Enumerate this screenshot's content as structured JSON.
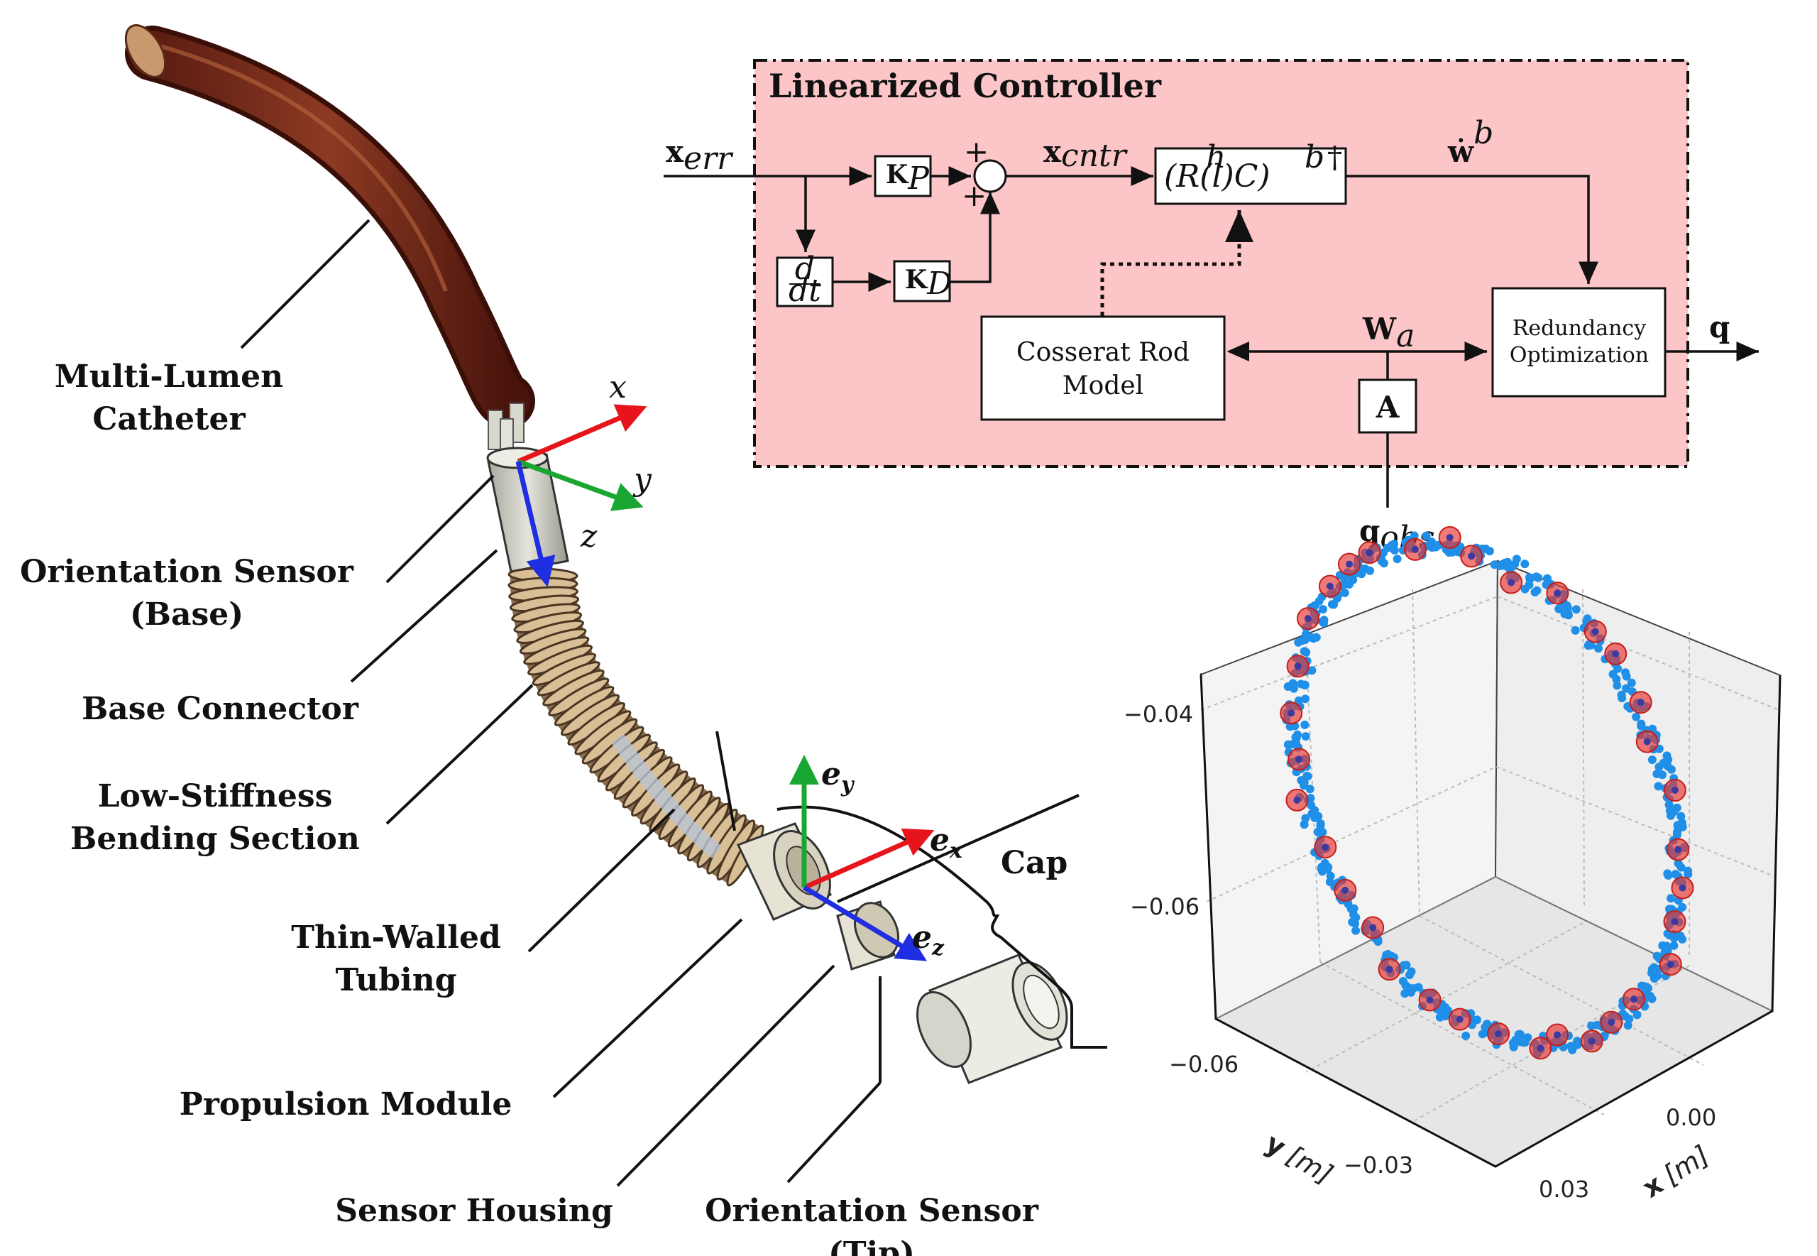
{
  "catheter_labels": {
    "multi_lumen": [
      "Multi-Lumen",
      "Catheter"
    ],
    "orientation_base": [
      "Orientation Sensor",
      "(Base)"
    ],
    "base_connector": "Base Connector",
    "bending": [
      "Low-Stiffness",
      "Bending Section"
    ],
    "tubing": [
      "Thin-Walled",
      "Tubing"
    ],
    "propulsion": "Propulsion Module",
    "sensor_housing": "Sensor Housing",
    "orientation_tip": [
      "Orientation Sensor",
      "(Tip)"
    ],
    "cap": "Cap"
  },
  "base_frame": {
    "x": "x",
    "y": "y",
    "z": "z"
  },
  "tip_frame": {
    "ex": "e",
    "ex_sub": "x",
    "ey": "e",
    "ey_sub": "y",
    "ez": "e",
    "ez_sub": "z"
  },
  "colors": {
    "x_axis": "#e8141c",
    "y_axis": "#1aa632",
    "z_axis": "#1e2ee0",
    "controller_bg": "#fcc6c8",
    "blue_points": "#1f8fe8",
    "red_points": "#e8332f"
  },
  "controller": {
    "title": "Linearized Controller",
    "x_err": "x",
    "x_err_sub": "err",
    "kp": "K",
    "kp_sub": "P",
    "kd": "K",
    "kd_sub": "D",
    "deriv_num": "d",
    "deriv_den": "dt",
    "plus_top": "+",
    "plus_bottom": "+",
    "x_cntr": "x",
    "x_cntr_sub": "cntr",
    "jacobian": "(R(l)C)",
    "jac_sup_h": "h",
    "jac_sup_b": "b",
    "jac_sup_dag": "†",
    "wdot": "ẇ",
    "wdot_sup": "b",
    "cosserat": [
      "Cosserat Rod",
      "Model"
    ],
    "redundancy": [
      "Redundancy",
      "Optimization"
    ],
    "wa": "W",
    "wa_sub": "a",
    "a_block": "A",
    "q_out": "q",
    "q_obs": "q",
    "q_obs_sub": "obs"
  },
  "plot": {
    "z_ticks": [
      "−0.04",
      "−0.06"
    ],
    "y_ticks": [
      "−0.06",
      "−0.03"
    ],
    "x_ticks": [
      "0.00",
      "0.03"
    ],
    "y_label": "y",
    "y_unit": "[m]",
    "x_label": "x",
    "x_unit": "[m]"
  }
}
